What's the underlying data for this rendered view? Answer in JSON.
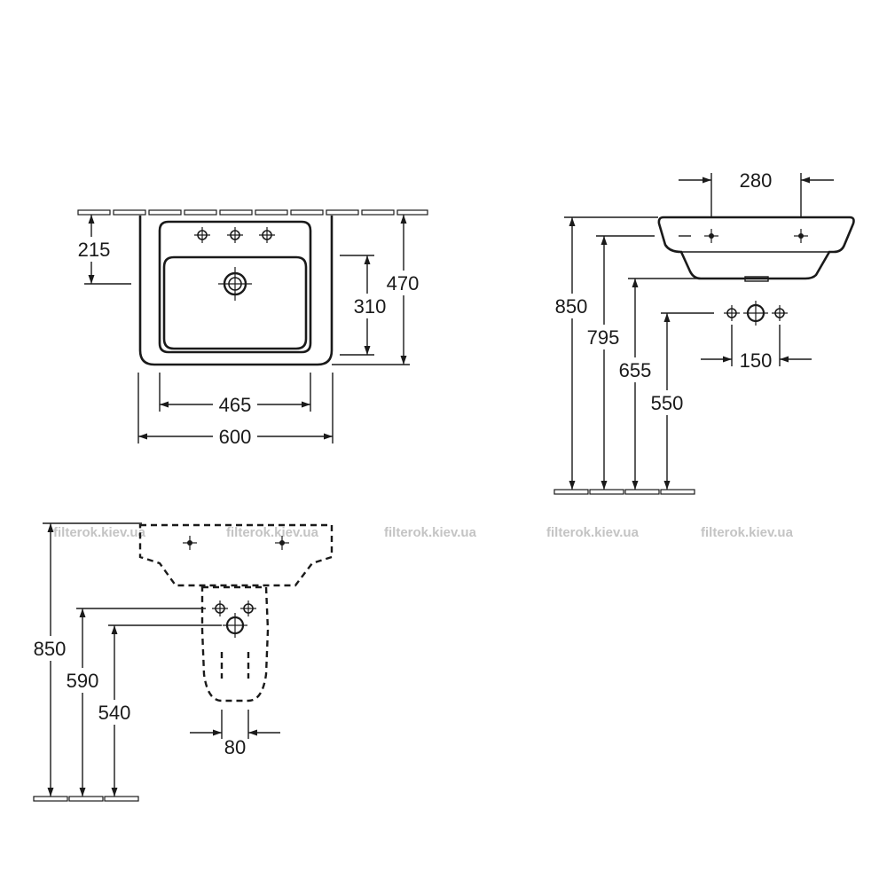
{
  "top_view": {
    "dim_215": "215",
    "dim_310": "310",
    "dim_470": "470",
    "dim_465": "465",
    "dim_600": "600"
  },
  "side_view": {
    "dim_280": "280",
    "dim_850": "850",
    "dim_795": "795",
    "dim_655": "655",
    "dim_550": "550",
    "dim_150": "150"
  },
  "front_view": {
    "dim_850": "850",
    "dim_590": "590",
    "dim_540": "540",
    "dim_80": "80"
  },
  "watermarks": [
    "filterok.kiev.ua",
    "filterok.kiev.ua",
    "filterok.kiev.ua",
    "filterok.kiev.ua",
    "filterok.kiev.ua"
  ]
}
